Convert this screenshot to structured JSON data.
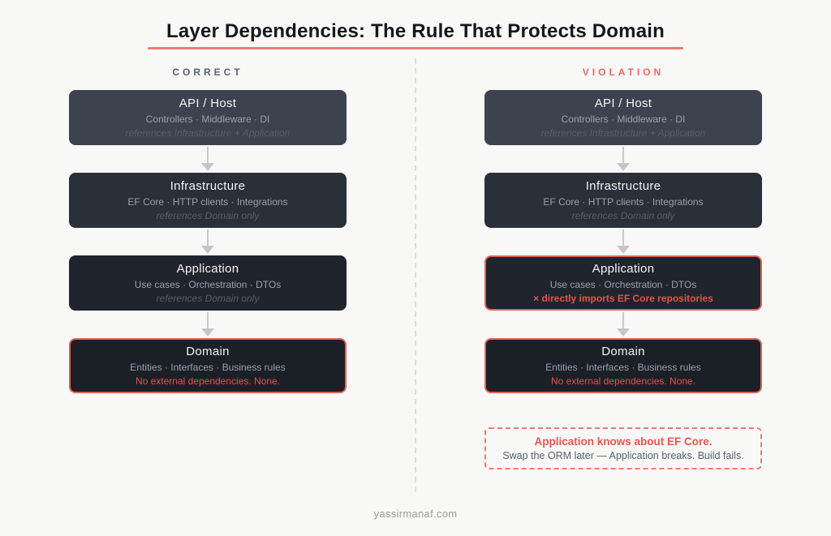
{
  "page": {
    "title": "Layer Dependencies: The Rule That Protects Domain",
    "footer": "yassirmanaf.com"
  },
  "colors": {
    "background": "#f8f8f7",
    "accent_red": "#ef7a71",
    "red_border": "#e2625c",
    "red_text": "#e0544e",
    "correct_label_gray": "#5c636c",
    "box_shades": [
      "#3c434e",
      "#2a303a",
      "#20252d",
      "#1b2026"
    ],
    "arrow_gray": "#c6c8ca"
  },
  "columns": [
    {
      "label": "CORRECT",
      "boxes": [
        {
          "title": "API / Host",
          "subtitle": "Controllers · Middleware · DI",
          "note": "references Infrastructure + Application"
        },
        {
          "title": "Infrastructure",
          "subtitle": "EF Core · HTTP clients · Integrations",
          "note": "references Domain only"
        },
        {
          "title": "Application",
          "subtitle": "Use cases · Orchestration · DTOs",
          "note": "references Domain only"
        },
        {
          "title": "Domain",
          "subtitle": "Entities · Interfaces · Business rules",
          "note": "No external dependencies. None."
        }
      ]
    },
    {
      "label": "VIOLATION",
      "boxes": [
        {
          "title": "API / Host",
          "subtitle": "Controllers · Middleware · DI",
          "note": "references Infrastructure + Application"
        },
        {
          "title": "Infrastructure",
          "subtitle": "EF Core · HTTP clients · Integrations",
          "note": "references Domain only"
        },
        {
          "title": "Application",
          "subtitle": "Use cases · Orchestration · DTOs",
          "note": "× directly imports EF Core repositories"
        },
        {
          "title": "Domain",
          "subtitle": "Entities · Interfaces · Business rules",
          "note": "No external dependencies. None."
        }
      ],
      "callout": {
        "title": "Application knows about EF Core.",
        "body": "Swap the ORM later — Application breaks. Build fails."
      }
    }
  ]
}
